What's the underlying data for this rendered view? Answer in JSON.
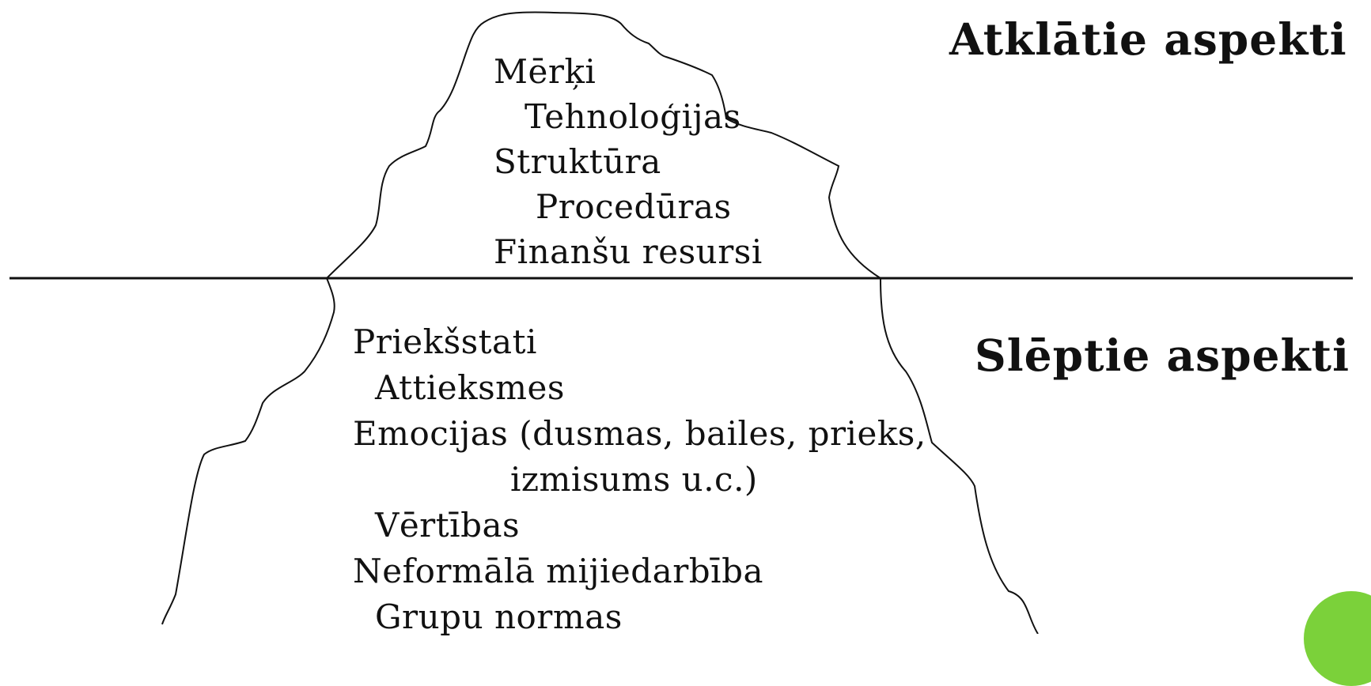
{
  "headings": {
    "visible": "Atklātie aspekti",
    "hidden": "Slēptie aspekti"
  },
  "visible_items": [
    "Mērķi",
    "Tehnoloģijas",
    "Struktūra",
    "Procedūras",
    "Finanšu resursi"
  ],
  "hidden_items": [
    "Priekšstati",
    "Attieksmes",
    "Emocijas (dusmas, bailes, prieks,",
    "izmisums u.c.)",
    "Vērtības",
    "Neformālā mijiedarbība",
    "Grupu normas"
  ],
  "colors": {
    "line": "#111111",
    "badge": "#7bd13a",
    "background": "#ffffff"
  }
}
